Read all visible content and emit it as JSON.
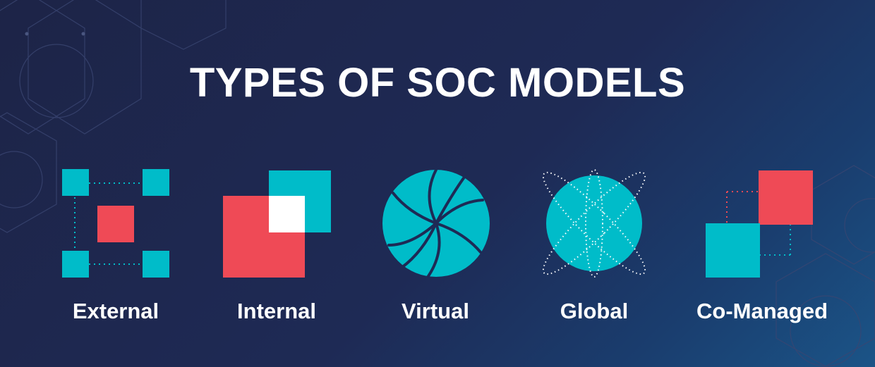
{
  "title": "TYPES OF SOC MODELS",
  "models": [
    {
      "label": "External",
      "icon": "external-squares-icon"
    },
    {
      "label": "Internal",
      "icon": "internal-overlap-icon"
    },
    {
      "label": "Virtual",
      "icon": "virtual-aperture-icon"
    },
    {
      "label": "Global",
      "icon": "global-orbit-icon"
    },
    {
      "label": "Co-Managed",
      "icon": "co-managed-squares-icon"
    }
  ],
  "colors": {
    "background": "#1e2a55",
    "teal": "#00bcc9",
    "red": "#ef4a56",
    "white": "#ffffff"
  }
}
